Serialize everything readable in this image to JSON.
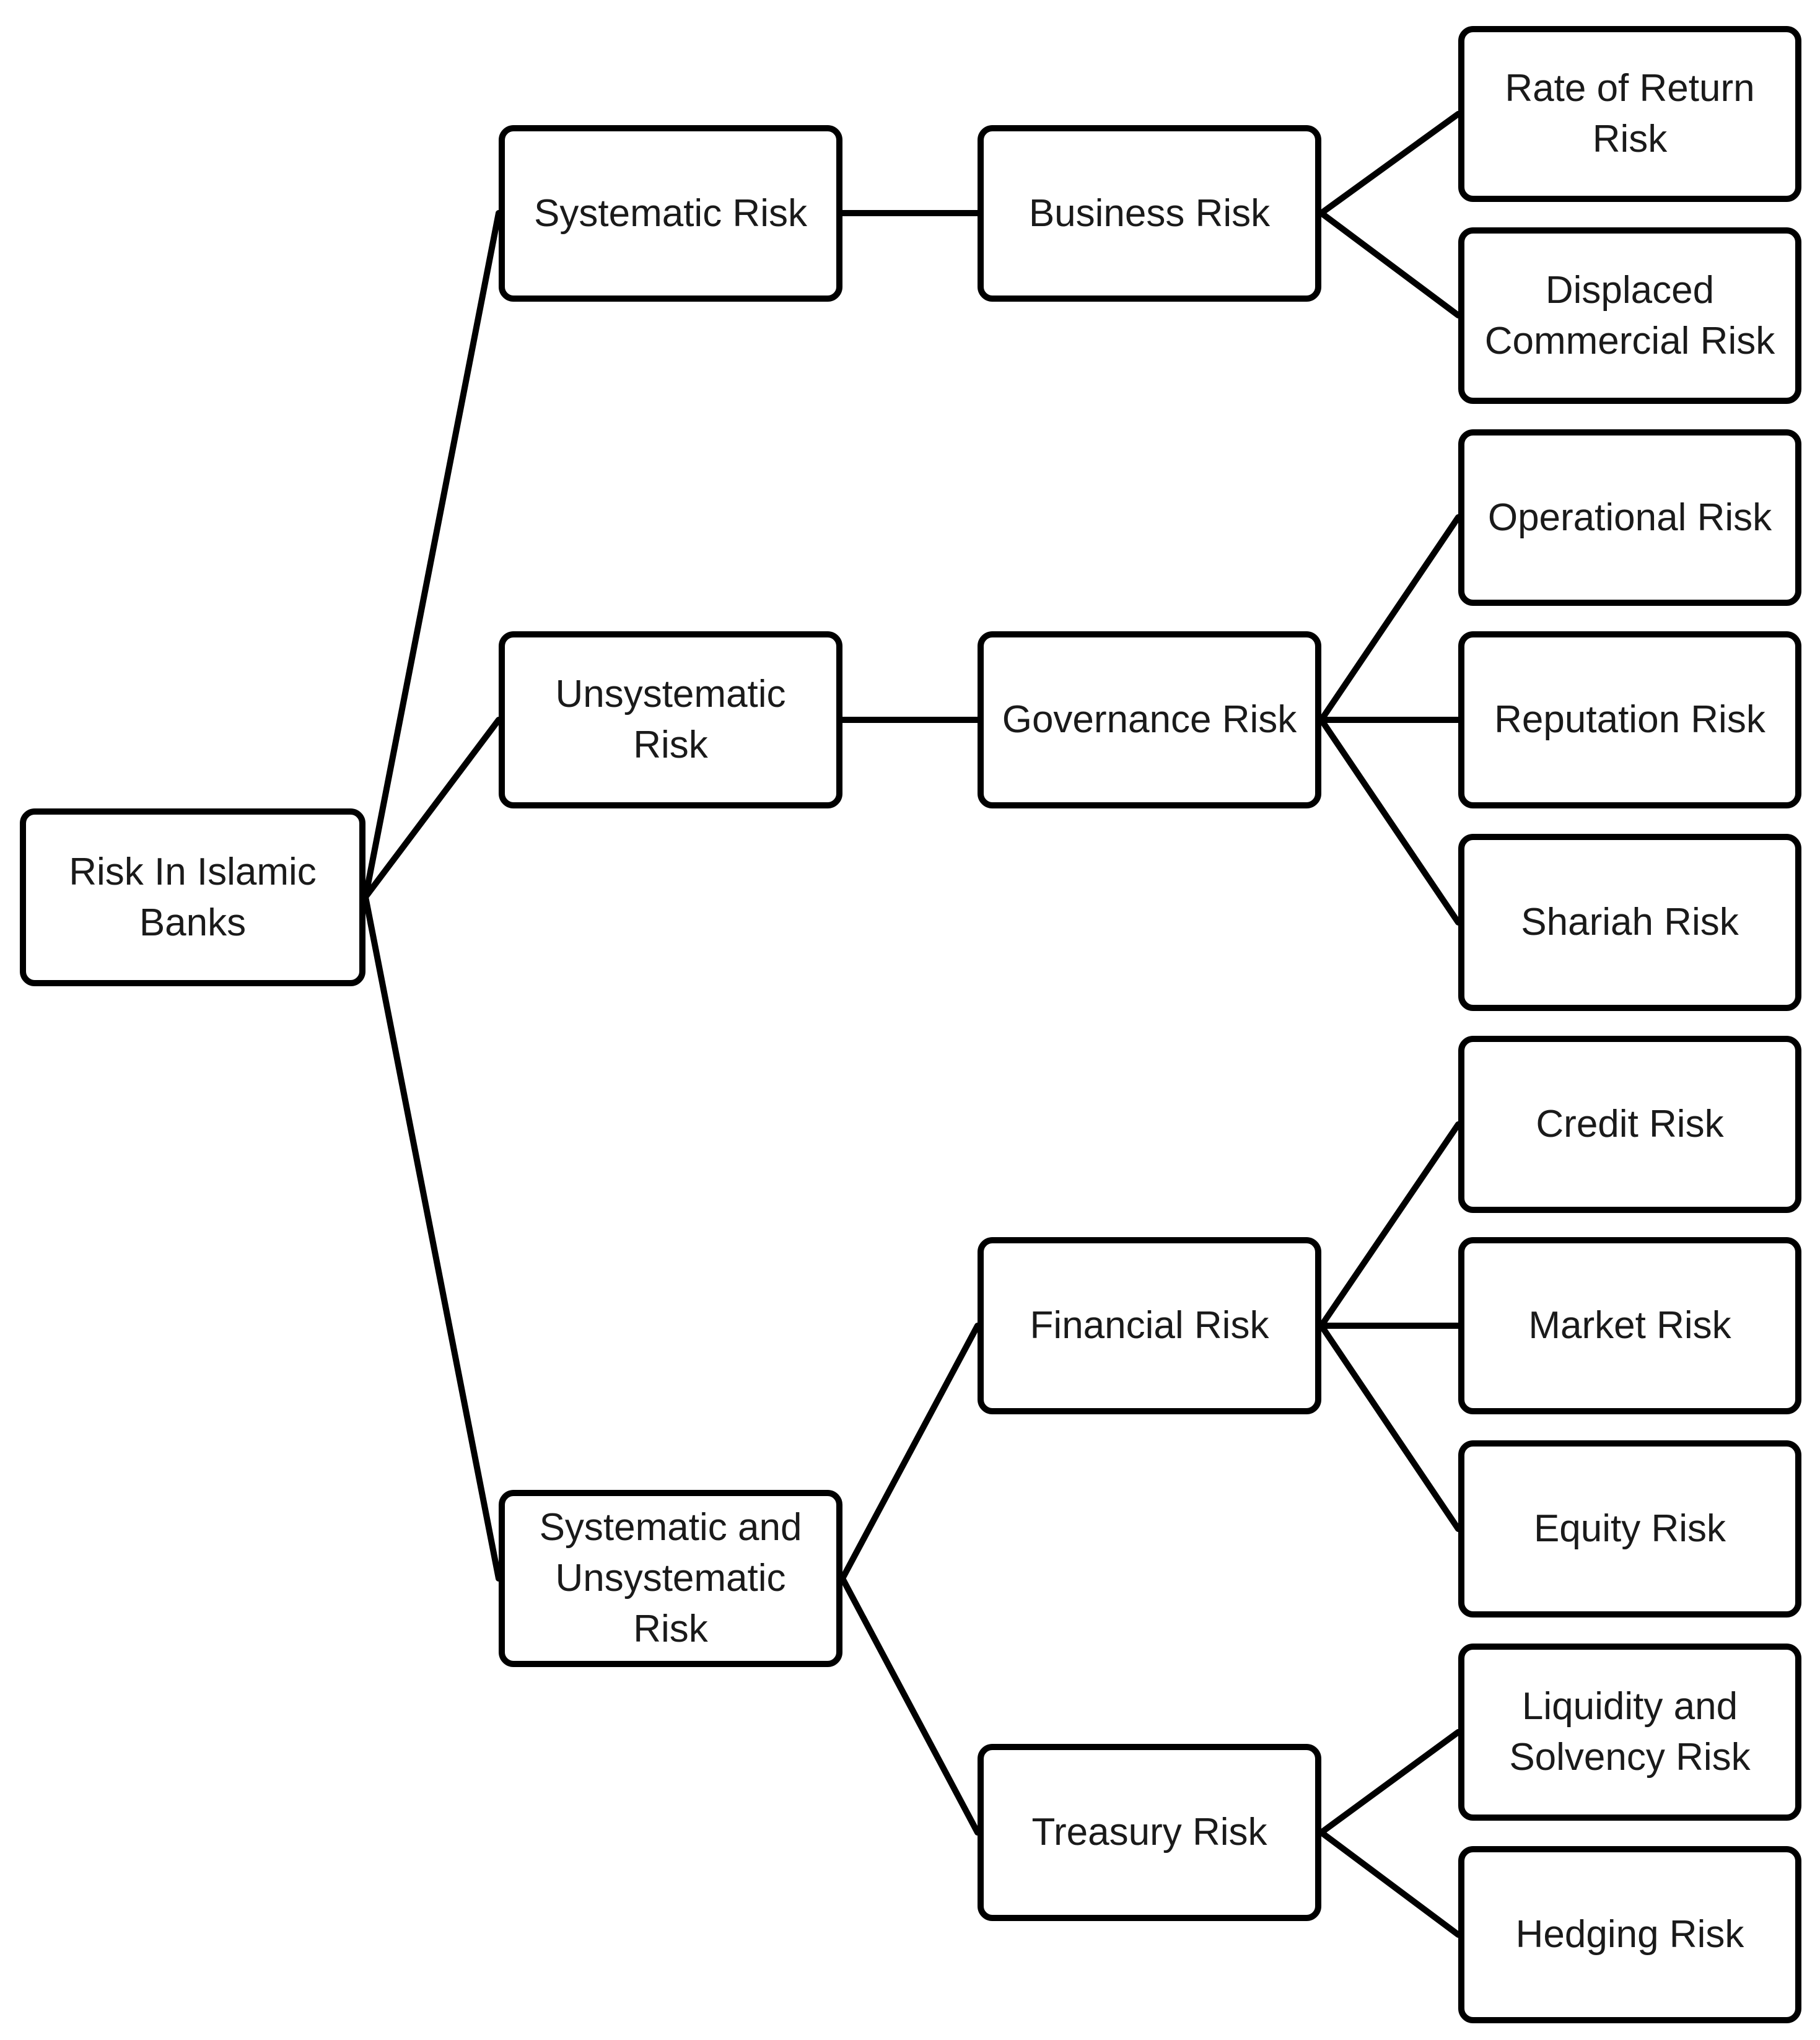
{
  "diagram": {
    "root": {
      "label": "Risk In Islamic\nBanks"
    },
    "level1": {
      "systematic": {
        "label": "Systematic Risk"
      },
      "unsystematic": {
        "label": "Unsystematic\nRisk"
      },
      "both": {
        "label": "Systematic and\nUnsystematic\nRisk"
      }
    },
    "level2": {
      "business": {
        "label": "Business Risk"
      },
      "governance": {
        "label": "Governance Risk"
      },
      "financial": {
        "label": "Financial Risk"
      },
      "treasury": {
        "label": "Treasury Risk"
      }
    },
    "level3": {
      "rate_of_return": {
        "label": "Rate of Return\nRisk"
      },
      "displaced_commercial": {
        "label": "Displaced\nCommercial Risk"
      },
      "operational": {
        "label": "Operational Risk"
      },
      "reputation": {
        "label": "Reputation Risk"
      },
      "shariah": {
        "label": "Shariah Risk"
      },
      "credit": {
        "label": "Credit Risk"
      },
      "market": {
        "label": "Market Risk"
      },
      "equity": {
        "label": "Equity Risk"
      },
      "liquidity_solvency": {
        "label": "Liquidity and\nSolvency Risk"
      },
      "hedging": {
        "label": "Hedging Risk"
      }
    },
    "colors": {
      "stroke": "#000000",
      "text": "#1a1a1a",
      "fill": "#ffffff"
    }
  }
}
